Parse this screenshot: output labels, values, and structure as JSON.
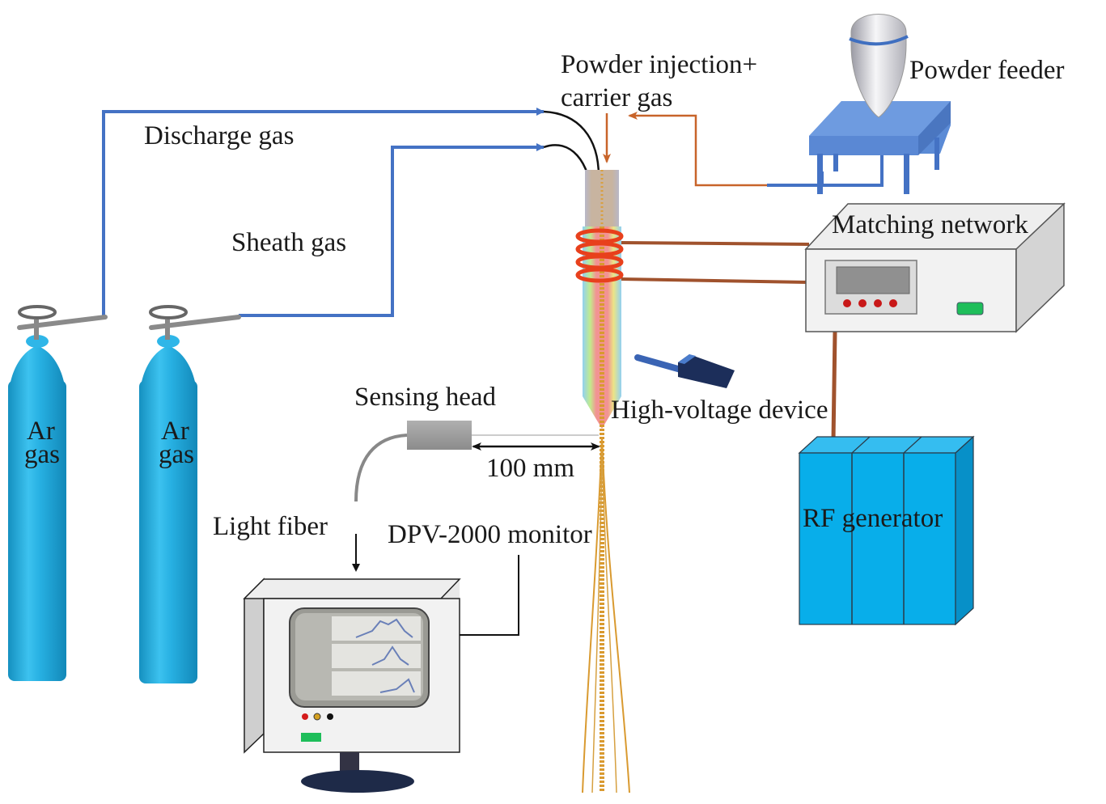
{
  "title": "Plasma spheroidization experimental setup",
  "labels": {
    "powder_injection_line1": "Powder injection+",
    "powder_injection_line2": "carrier gas",
    "powder_feeder": "Powder feeder",
    "discharge_gas": "Discharge gas",
    "sheath_gas": "Sheath gas",
    "matching_network": "Matching network",
    "cylinder1_line1": "Ar",
    "cylinder1_line2": "gas",
    "cylinder2_line1": "Ar",
    "cylinder2_line2": "gas",
    "sensing_head": "Sensing head",
    "distance": "100 mm",
    "high_voltage_device": "High-voltage device",
    "light_fiber": "Light fiber",
    "monitor": "DPV-2000 monitor",
    "rf_generator": "RF generator"
  },
  "colors": {
    "gas_line": "#4472c4",
    "carrier_line": "#c8642a",
    "copper_wire": "#a0522d",
    "cylinder": "#1fa9dc",
    "rf_generator": "#0aaee8",
    "coil": "#e8401c",
    "feeder_table": "#5b8bd6"
  }
}
